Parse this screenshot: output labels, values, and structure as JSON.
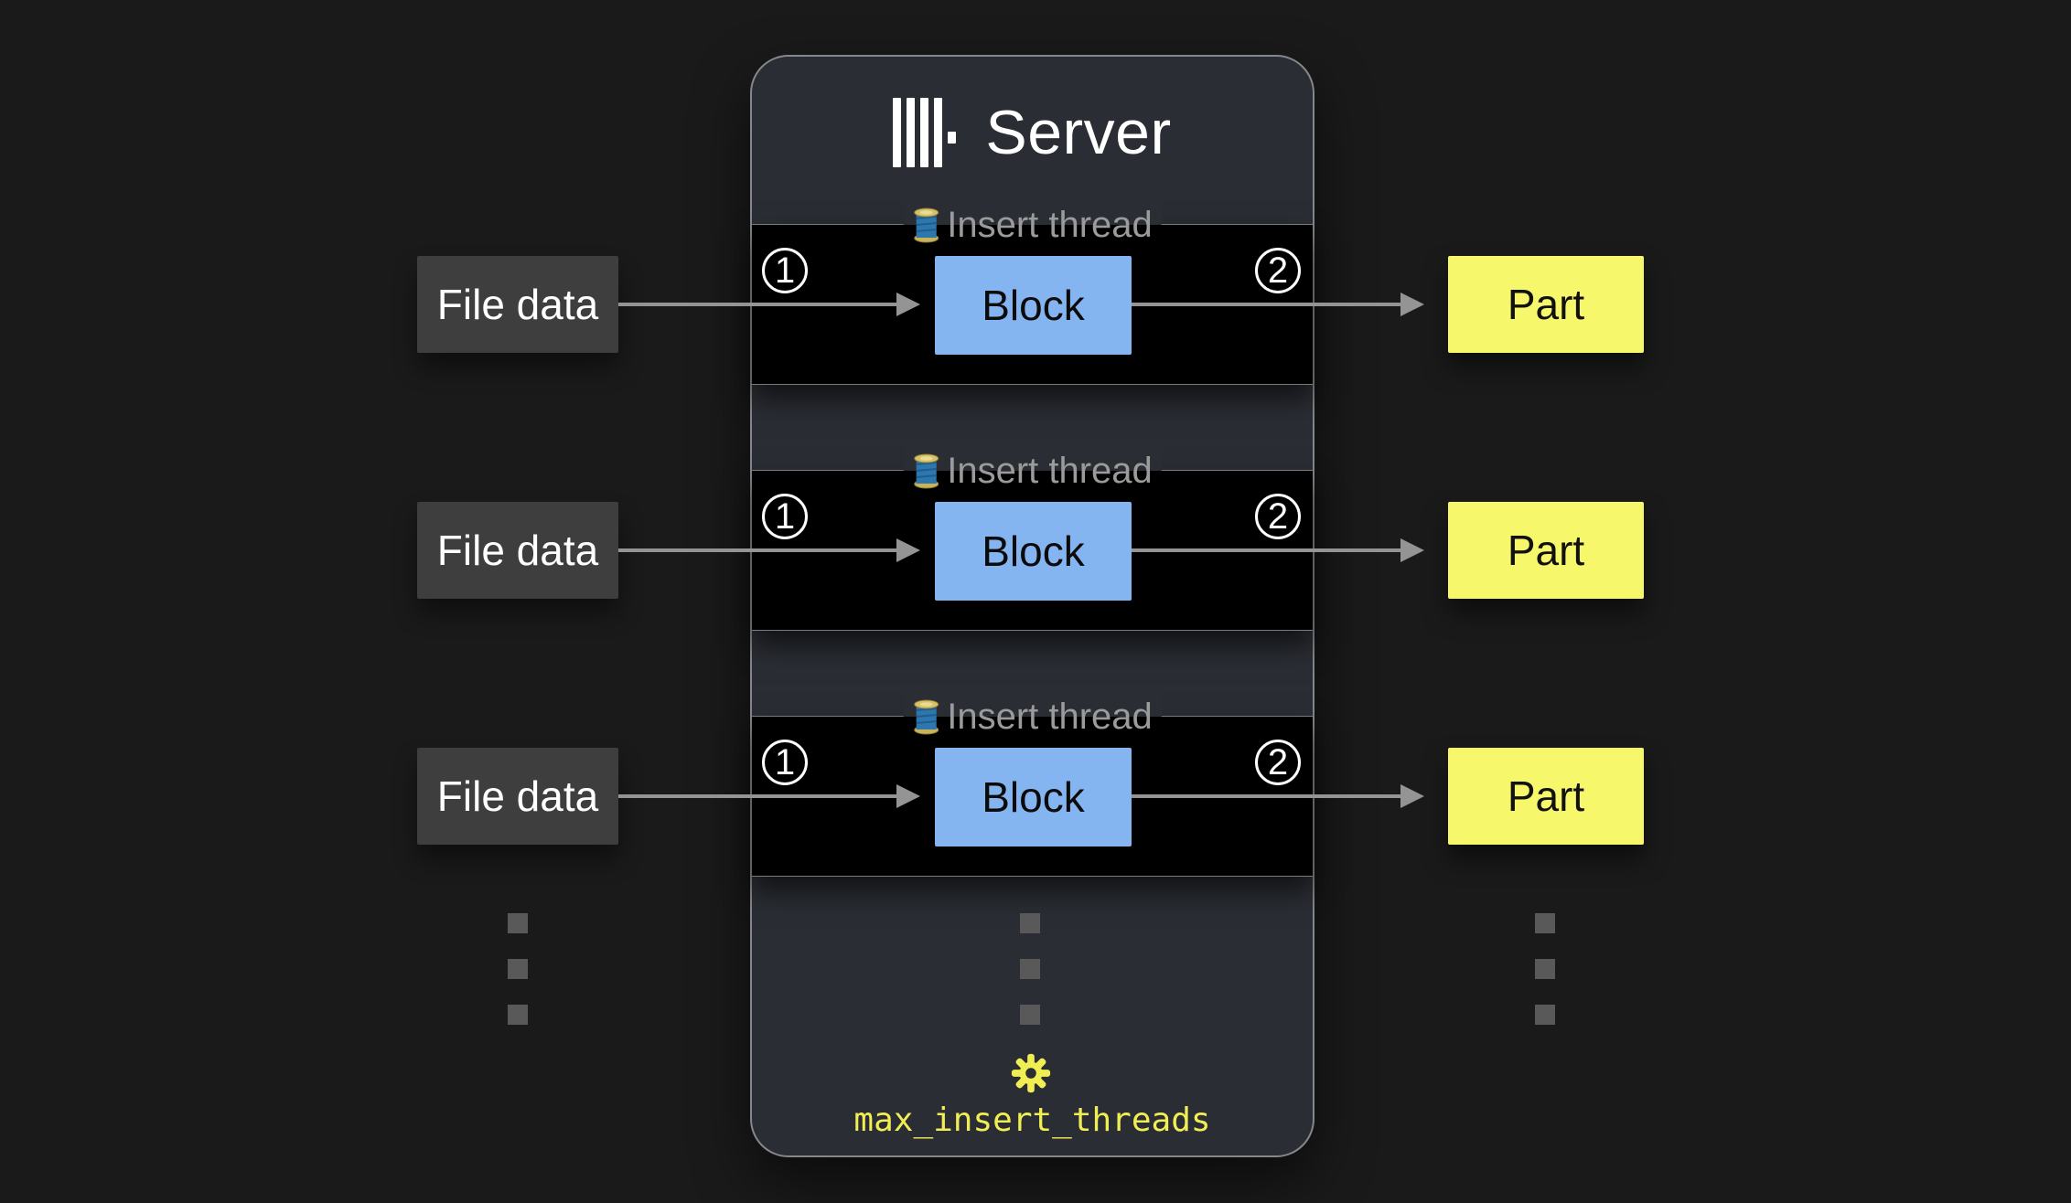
{
  "diagram": {
    "background_color": "#1a1a1a",
    "server": {
      "title": "Server",
      "logo": "clickhouse-logo",
      "panel_color": "#2a2d33"
    },
    "rows": [
      {
        "source_label": "File data",
        "thread_label": "Insert thread",
        "step_in": "1",
        "block_label": "Block",
        "step_out": "2",
        "output_label": "Part"
      },
      {
        "source_label": "File data",
        "thread_label": "Insert thread",
        "step_in": "1",
        "block_label": "Block",
        "step_out": "2",
        "output_label": "Part"
      },
      {
        "source_label": "File data",
        "thread_label": "Insert thread",
        "step_in": "1",
        "block_label": "Block",
        "step_out": "2",
        "output_label": "Part"
      }
    ],
    "setting": {
      "icon": "gear-icon",
      "label": "max_insert_threads",
      "color": "#f1ee54"
    },
    "colors": {
      "block_blue": "#85b5f1",
      "part_yellow": "#f7f76c",
      "file_gray": "#3e3e3e",
      "arrow_gray": "#949494",
      "legend_gray": "#9b9b9b",
      "row_black": "#000000",
      "panel_border": "#84878c"
    }
  }
}
